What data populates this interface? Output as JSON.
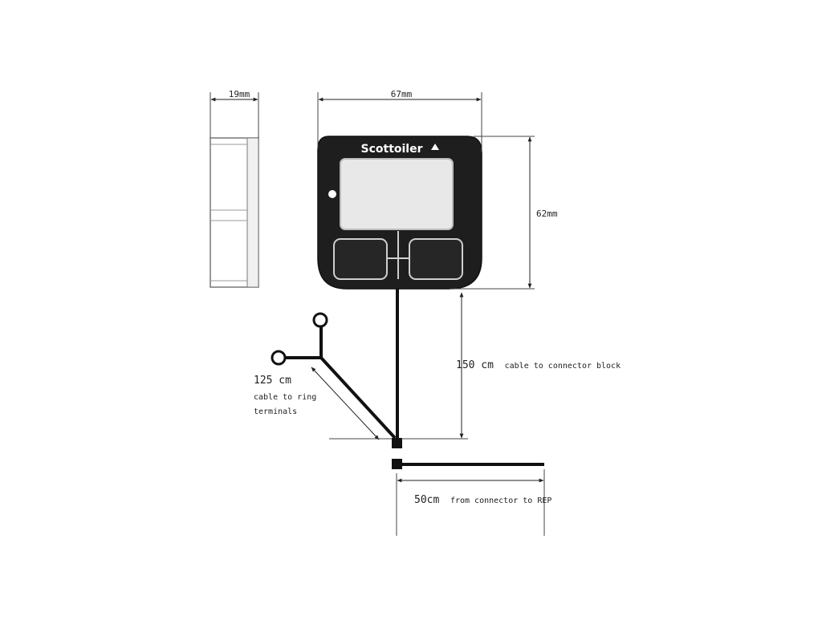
{
  "device": {
    "brand": "Scottoiler",
    "depth_label": "19mm",
    "width_label": "67mm",
    "height_label": "62mm"
  },
  "cables": {
    "main_length": "150 cm",
    "main_desc": "cable to connector block",
    "ring_length": "125 cm",
    "ring_desc_line1": "cable to ring",
    "ring_desc_line2": "terminals",
    "rep_length": "50cm",
    "rep_desc": "from connector to REP"
  },
  "colors": {
    "device_body": "#1e1e1e",
    "line": "#111111",
    "screen": "#e8e8e8",
    "background": "#ffffff"
  }
}
